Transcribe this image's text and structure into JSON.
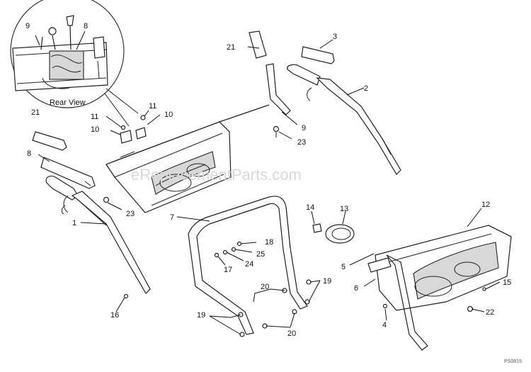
{
  "watermark": "eReplacementParts.com",
  "inset_caption": "Rear View",
  "drawing_code": "PS0815",
  "callouts": [
    "9",
    "8",
    "3",
    "21",
    "2",
    "11",
    "10",
    "10",
    "11",
    "9",
    "23",
    "21",
    "8",
    "23",
    "1",
    "7",
    "14",
    "13",
    "12",
    "18",
    "25",
    "24",
    "17",
    "5",
    "6",
    "15",
    "20",
    "19",
    "16",
    "19",
    "20",
    "22",
    "4"
  ]
}
